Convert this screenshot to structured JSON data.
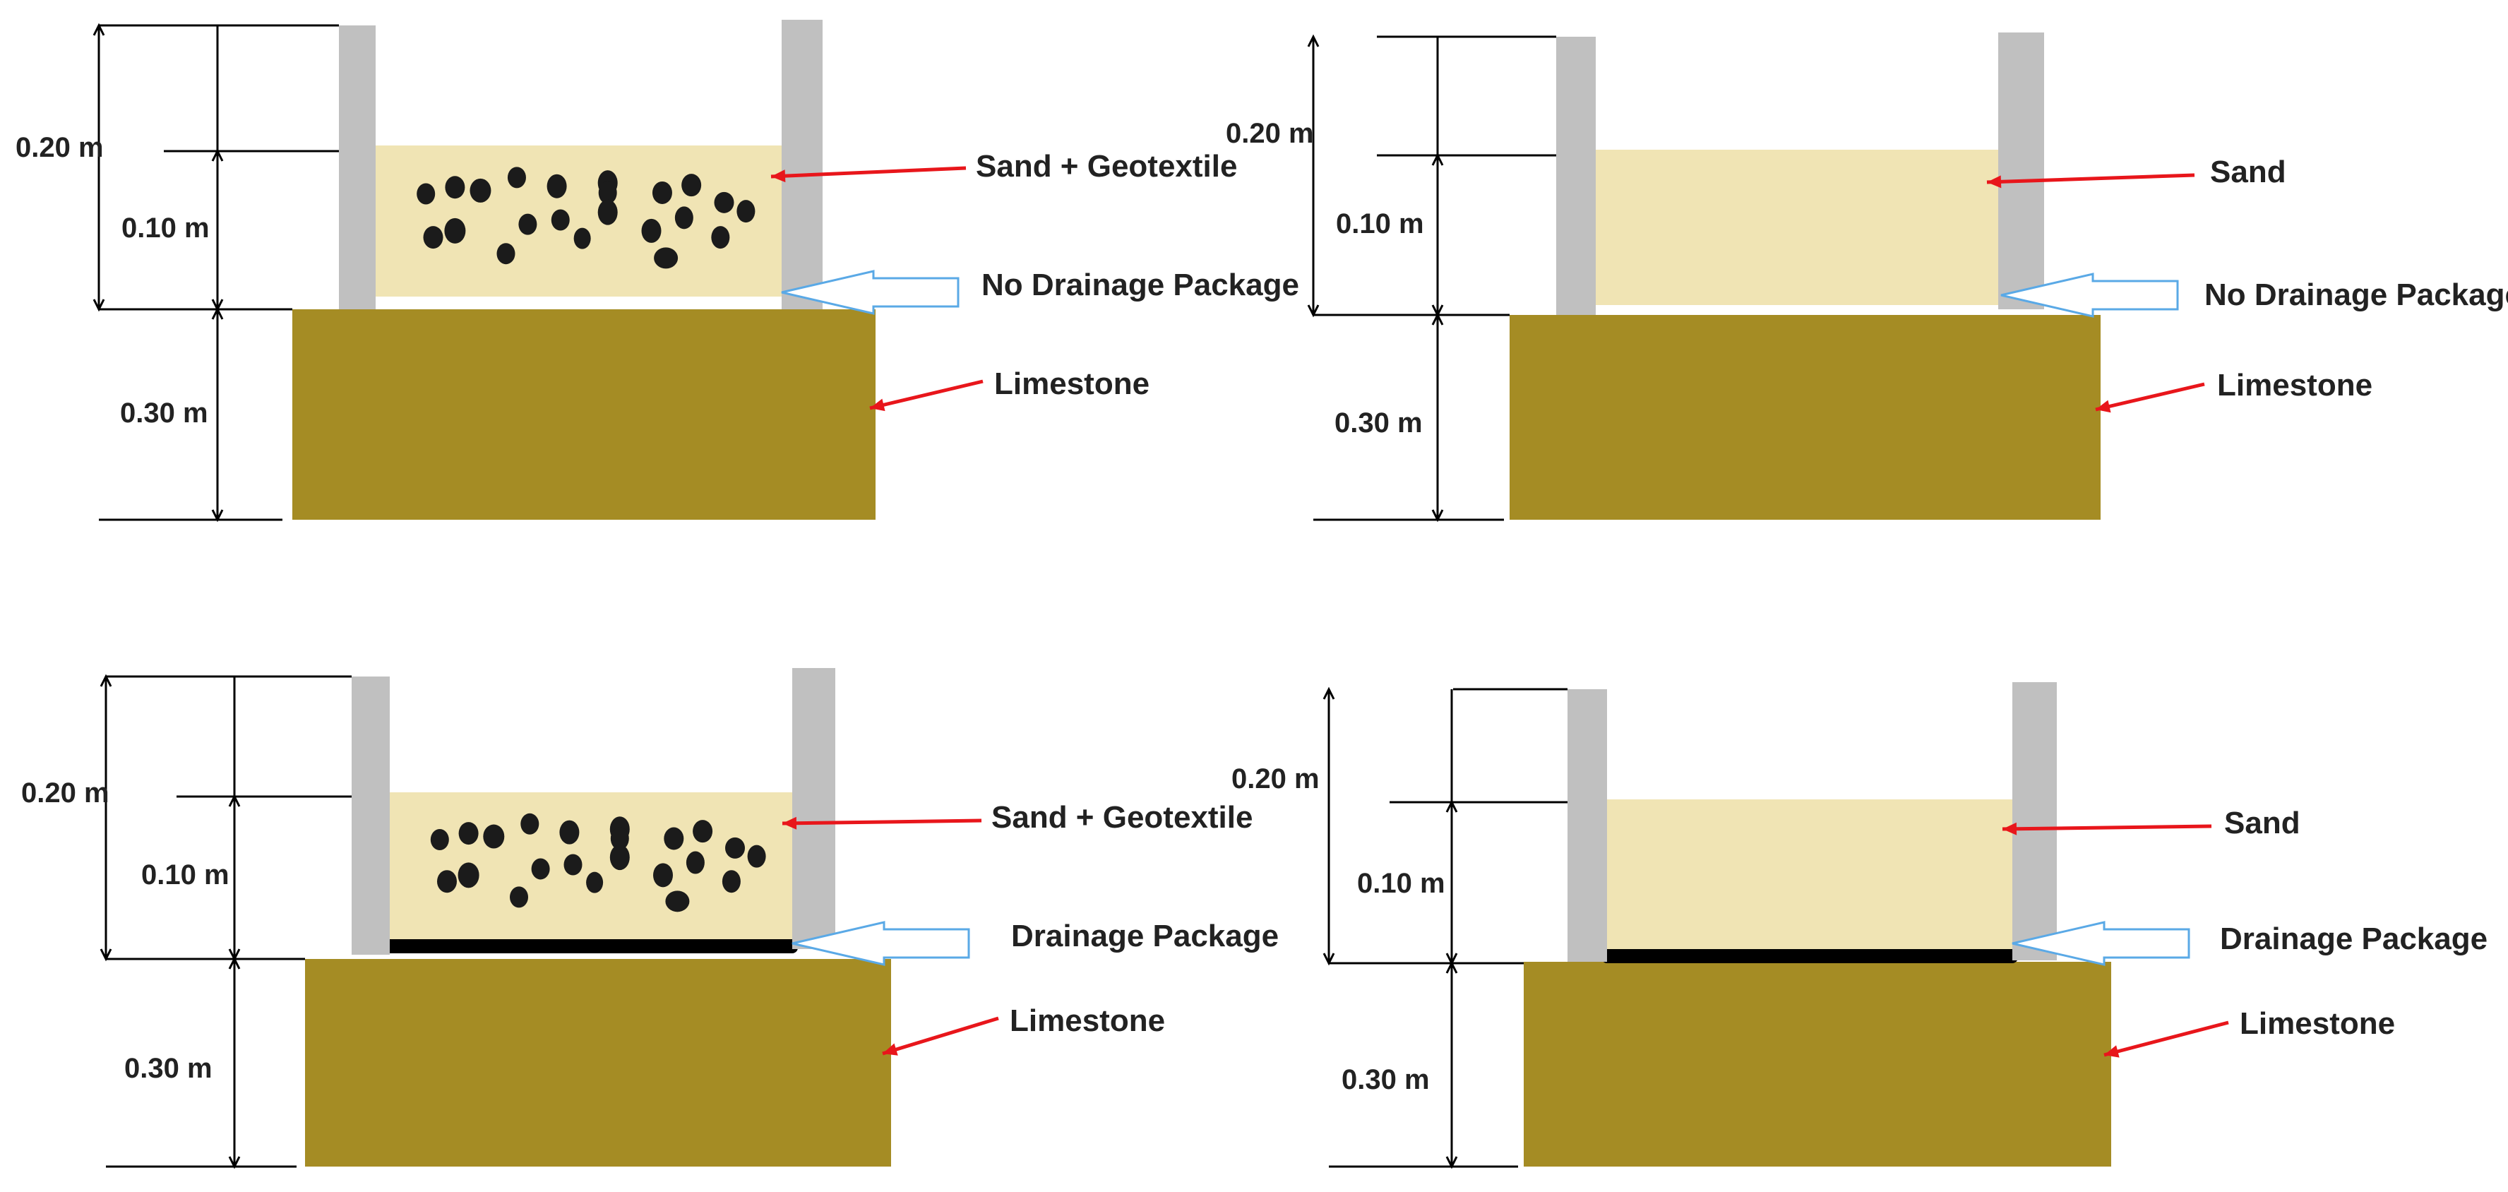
{
  "colors": {
    "wall": "#c0c0c0",
    "sand": "#f0e4b4",
    "limestone": "#a58c24",
    "pebble": "#1b1b1b",
    "drain_layer": "#000000",
    "pointer_arrow": "#e8161b",
    "package_arrow_stroke": "#5aa9e6",
    "package_arrow_fill": "#ffffff",
    "dimension_line": "#000000"
  },
  "panels": [
    {
      "id": "top-left",
      "has_geotextile": true,
      "has_drainage": false,
      "dims": {
        "total": "0.20 m",
        "upper": "0.10 m",
        "lower": "0.30 m"
      },
      "labels": {
        "fill": "Sand + Geotextile",
        "drainage": "No Drainage Package",
        "base": "Limestone"
      },
      "icons": {
        "fill_arrow": "red-arrow-icon",
        "drainage_arrow": "outline-arrow-icon",
        "base_arrow": "red-arrow-icon"
      }
    },
    {
      "id": "top-right",
      "has_geotextile": false,
      "has_drainage": false,
      "dims": {
        "total": "0.20 m",
        "upper": "0.10 m",
        "lower": "0.30 m"
      },
      "labels": {
        "fill": "Sand",
        "drainage": "No Drainage Package",
        "base": "Limestone"
      },
      "icons": {
        "fill_arrow": "red-arrow-icon",
        "drainage_arrow": "outline-arrow-icon",
        "base_arrow": "red-arrow-icon"
      }
    },
    {
      "id": "bottom-left",
      "has_geotextile": true,
      "has_drainage": true,
      "dims": {
        "total": "0.20 m",
        "upper": "0.10 m",
        "lower": "0.30 m"
      },
      "labels": {
        "fill": "Sand + Geotextile",
        "drainage": "Drainage Package",
        "base": "Limestone"
      },
      "icons": {
        "fill_arrow": "red-arrow-icon",
        "drainage_arrow": "outline-arrow-icon",
        "base_arrow": "red-arrow-icon"
      }
    },
    {
      "id": "bottom-right",
      "has_geotextile": false,
      "has_drainage": true,
      "dims": {
        "total": "0.20 m",
        "upper": "0.10 m",
        "lower": "0.30 m"
      },
      "labels": {
        "fill": "Sand",
        "drainage": "Drainage Package",
        "base": "Limestone"
      },
      "icons": {
        "fill_arrow": "red-arrow-icon",
        "drainage_arrow": "outline-arrow-icon",
        "base_arrow": "red-arrow-icon"
      }
    }
  ]
}
